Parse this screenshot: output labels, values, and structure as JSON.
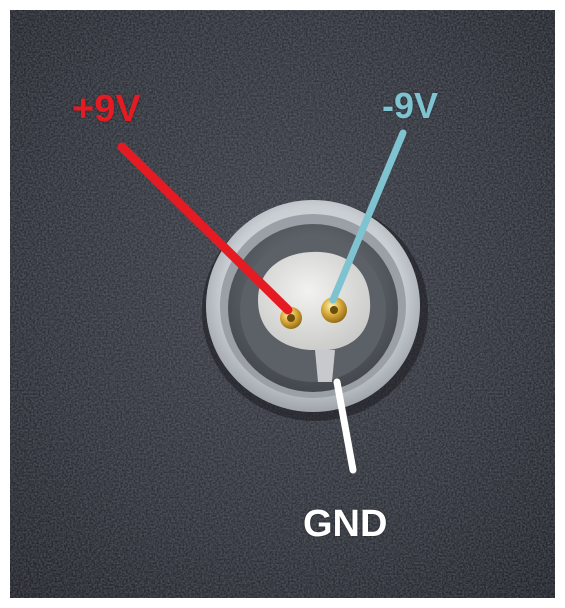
{
  "labels": {
    "positive": "+9V",
    "negative": "-9V",
    "ground": "GND"
  },
  "colors": {
    "positive": "#e51b24",
    "negative": "#7fc3d0",
    "ground": "#ffffff"
  },
  "photo": {
    "subject": "connector-socket"
  }
}
